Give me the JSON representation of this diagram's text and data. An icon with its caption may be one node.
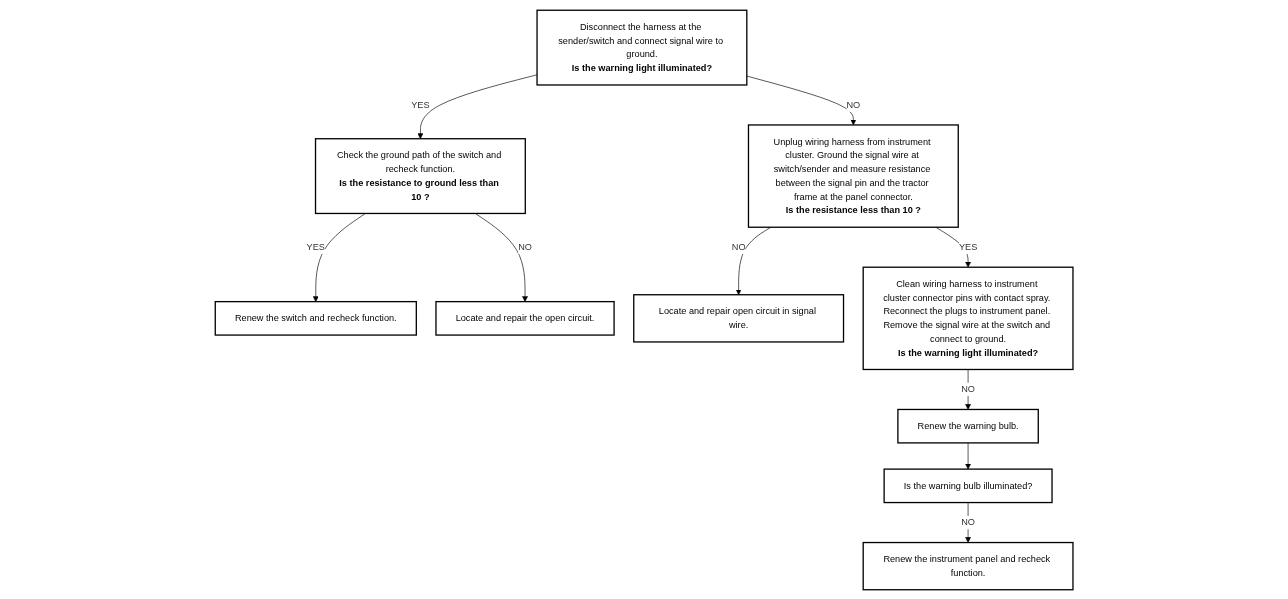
{
  "diagram": {
    "nodes": [
      {
        "text": [
          "Disconnect the harness at the sender/switch and connect signal wire to ground.",
          "Is the warning light illuminated?"
        ]
      },
      {
        "text": [
          "Check the ground path of the switch and recheck function.",
          "Is the resistance to ground less than 10 ?"
        ]
      },
      {
        "text": [
          "Renew the switch and recheck function."
        ]
      },
      {
        "text": [
          "Locate and repair the open circuit."
        ]
      },
      {
        "text": [
          "Unplug wiring harness from instrument cluster. Ground the signal wire at switch/sender and measure resistance between the signal pin and the tractor frame at the panel connector.",
          "Is the resistance less than 10 ?"
        ]
      },
      {
        "text": [
          "Locate and repair open circuit in signal wire."
        ]
      },
      {
        "text": [
          "Clean wiring harness to instrument cluster connector pins with contact spray. Reconnect the plugs to instrument panel. Remove the signal wire at the switch and connect to ground.",
          "Is the warning light illuminated?"
        ]
      },
      {
        "text": [
          "Renew the warning bulb."
        ]
      },
      {
        "text": [
          "Is the warning bulb illuminated?"
        ]
      },
      {
        "text": [
          "Renew the instrument panel and recheck function."
        ]
      }
    ],
    "edges": [
      {
        "from": 0,
        "to": 1,
        "arrow": "to",
        "label": "YES"
      },
      {
        "from": 0,
        "to": 4,
        "arrow": "to",
        "label": "NO"
      },
      {
        "from": 1,
        "to": 2,
        "arrow": "to",
        "label": "YES"
      },
      {
        "from": 1,
        "to": 3,
        "arrow": "to",
        "label": "NO"
      },
      {
        "from": 4,
        "to": 5,
        "arrow": "to",
        "label": "NO"
      },
      {
        "from": 4,
        "to": 6,
        "arrow": "to",
        "label": "YES"
      },
      {
        "from": 6,
        "to": 7,
        "arrow": "to",
        "label": "NO"
      },
      {
        "from": 7,
        "to": 8,
        "arrow": "to"
      },
      {
        "from": 8,
        "to": 9,
        "arrow": "to",
        "label": "NO"
      }
    ]
  }
}
